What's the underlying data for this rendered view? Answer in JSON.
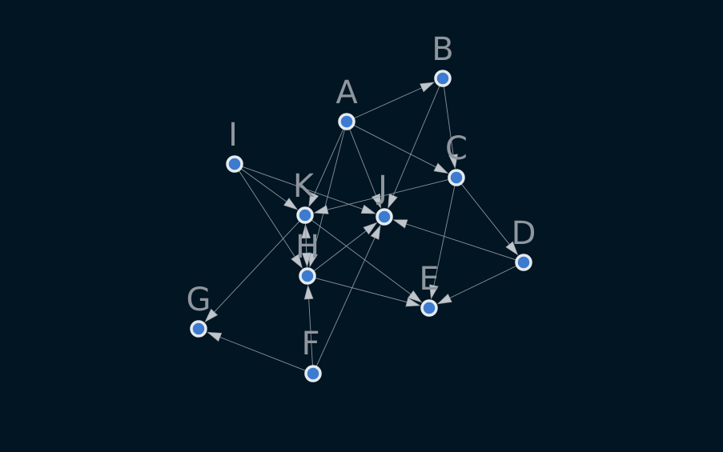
{
  "colors": {
    "background": "#011522",
    "edge": "#8a939b",
    "arrow_fill": "#bfc5ca",
    "node_fill": "#3c7bd0",
    "node_ring": "#e6eaee",
    "label": "#8f969d"
  },
  "nodes": [
    {
      "id": "A",
      "label": "A"
    },
    {
      "id": "B",
      "label": "B"
    },
    {
      "id": "C",
      "label": "C"
    },
    {
      "id": "D",
      "label": "D"
    },
    {
      "id": "E",
      "label": "E"
    },
    {
      "id": "F",
      "label": "F"
    },
    {
      "id": "G",
      "label": "G"
    },
    {
      "id": "H",
      "label": "H"
    },
    {
      "id": "I",
      "label": "I"
    },
    {
      "id": "J",
      "label": "J"
    },
    {
      "id": "K",
      "label": "K"
    }
  ],
  "edges": [
    {
      "from": "A",
      "to": "B"
    },
    {
      "from": "A",
      "to": "C"
    },
    {
      "from": "A",
      "to": "J"
    },
    {
      "from": "A",
      "to": "K"
    },
    {
      "from": "A",
      "to": "H"
    },
    {
      "from": "B",
      "to": "C"
    },
    {
      "from": "B",
      "to": "J"
    },
    {
      "from": "C",
      "to": "D"
    },
    {
      "from": "C",
      "to": "E"
    },
    {
      "from": "C",
      "to": "K"
    },
    {
      "from": "D",
      "to": "E"
    },
    {
      "from": "D",
      "to": "J"
    },
    {
      "from": "F",
      "to": "G"
    },
    {
      "from": "F",
      "to": "H"
    },
    {
      "from": "F",
      "to": "J"
    },
    {
      "from": "H",
      "to": "E"
    },
    {
      "from": "H",
      "to": "J"
    },
    {
      "from": "H",
      "to": "K"
    },
    {
      "from": "I",
      "to": "H"
    },
    {
      "from": "I",
      "to": "J"
    },
    {
      "from": "I",
      "to": "K"
    },
    {
      "from": "K",
      "to": "E"
    },
    {
      "from": "K",
      "to": "G"
    },
    {
      "from": "K",
      "to": "H"
    }
  ]
}
